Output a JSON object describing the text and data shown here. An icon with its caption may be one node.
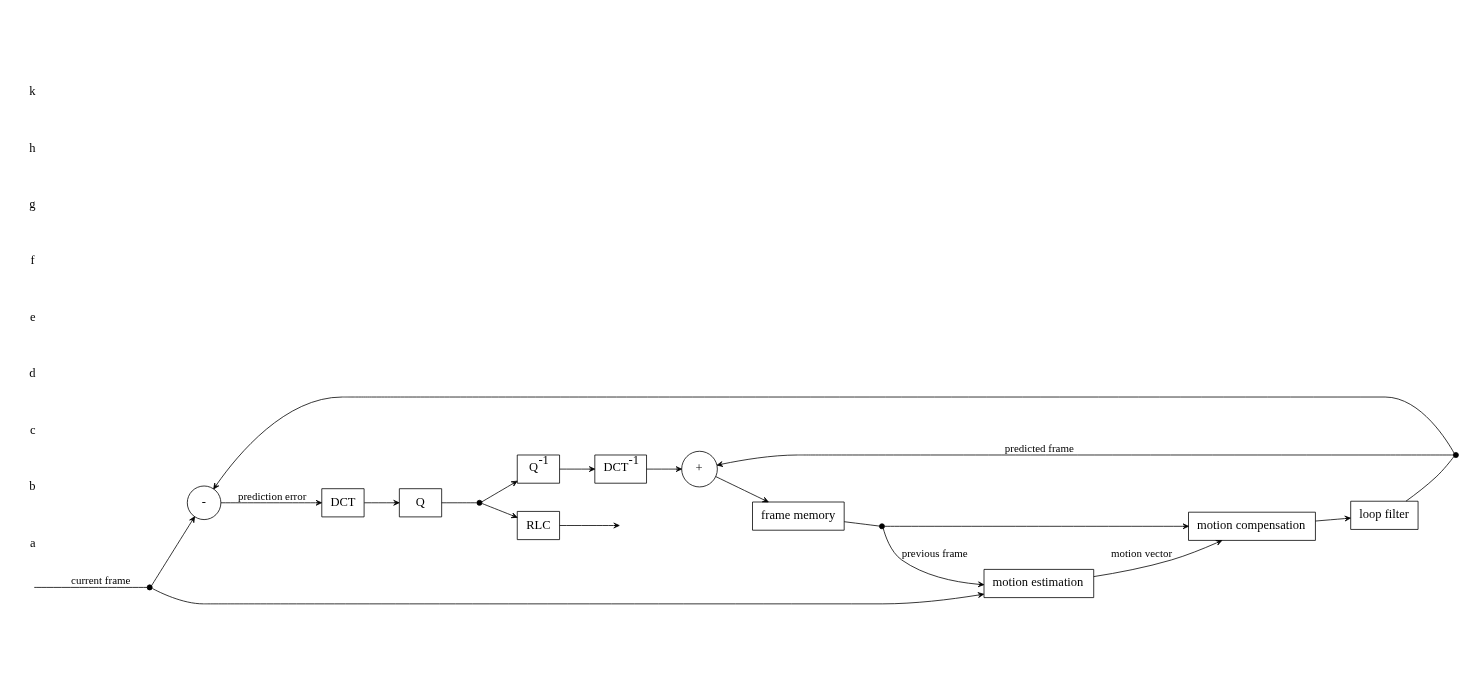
{
  "diagram": {
    "nodes": [
      {
        "text": [
          "-"
        ]
      },
      {
        "text": [
          "DCT"
        ]
      },
      {
        "text": [
          "Q"
        ]
      },
      {
        "text": [
          "RLC"
        ]
      },
      {
        "text": [
          "Q$^{-1}$"
        ]
      },
      {
        "text": [
          "DCT$^{-1}$"
        ]
      },
      {
        "text": [
          "+"
        ]
      },
      {
        "text": [
          "frame memory"
        ]
      },
      {
        "text": [
          "motion compensation"
        ]
      },
      {
        "text": [
          "loop filter"
        ]
      },
      {
        "text": [
          "motion estimation"
        ]
      },
      {
        "text": [],
        "shape": "dot"
      },
      {
        "text": [],
        "shape": "dot"
      },
      {
        "text": [],
        "shape": "dot"
      },
      {
        "text": [],
        "shape": "dot"
      }
    ],
    "edges": [
      {
        "from": null,
        "to": 11,
        "arrow": "none",
        "label": "current frame"
      },
      {
        "from": 11,
        "to": 0,
        "arrow": "to"
      },
      {
        "from": 11,
        "to": 10,
        "arrow": "to"
      },
      {
        "from": 0,
        "to": 1,
        "arrow": "to",
        "label": "prediction error"
      },
      {
        "from": 1,
        "to": 2,
        "arrow": "to"
      },
      {
        "from": 2,
        "to": 12,
        "arrow": "none"
      },
      {
        "from": 12,
        "to": 3,
        "arrow": "to"
      },
      {
        "from": 3,
        "to": null,
        "arrow": "to"
      },
      {
        "from": 12,
        "to": 4,
        "arrow": "to"
      },
      {
        "from": 4,
        "to": 5,
        "arrow": "to"
      },
      {
        "from": 5,
        "to": 6,
        "arrow": "to"
      },
      {
        "from": 6,
        "to": 7,
        "arrow": "to"
      },
      {
        "from": 7,
        "to": 14,
        "arrow": "none"
      },
      {
        "from": 14,
        "to": 8,
        "arrow": "to"
      },
      {
        "from": 14,
        "to": 10,
        "arrow": "to",
        "label": "previous frame"
      },
      {
        "from": 10,
        "to": 8,
        "arrow": "to",
        "label": "motion vector"
      },
      {
        "from": 8,
        "to": 9,
        "arrow": "to"
      },
      {
        "from": 9,
        "to": 13,
        "arrow": "none"
      },
      {
        "from": 13,
        "to": 0,
        "arrow": "to"
      },
      {
        "from": 13,
        "to": 6,
        "arrow": "to",
        "label": "predicted frame"
      }
    ],
    "labels": [
      "a",
      "b",
      "c",
      "d",
      "e",
      "f",
      "g",
      "h",
      "k"
    ]
  }
}
